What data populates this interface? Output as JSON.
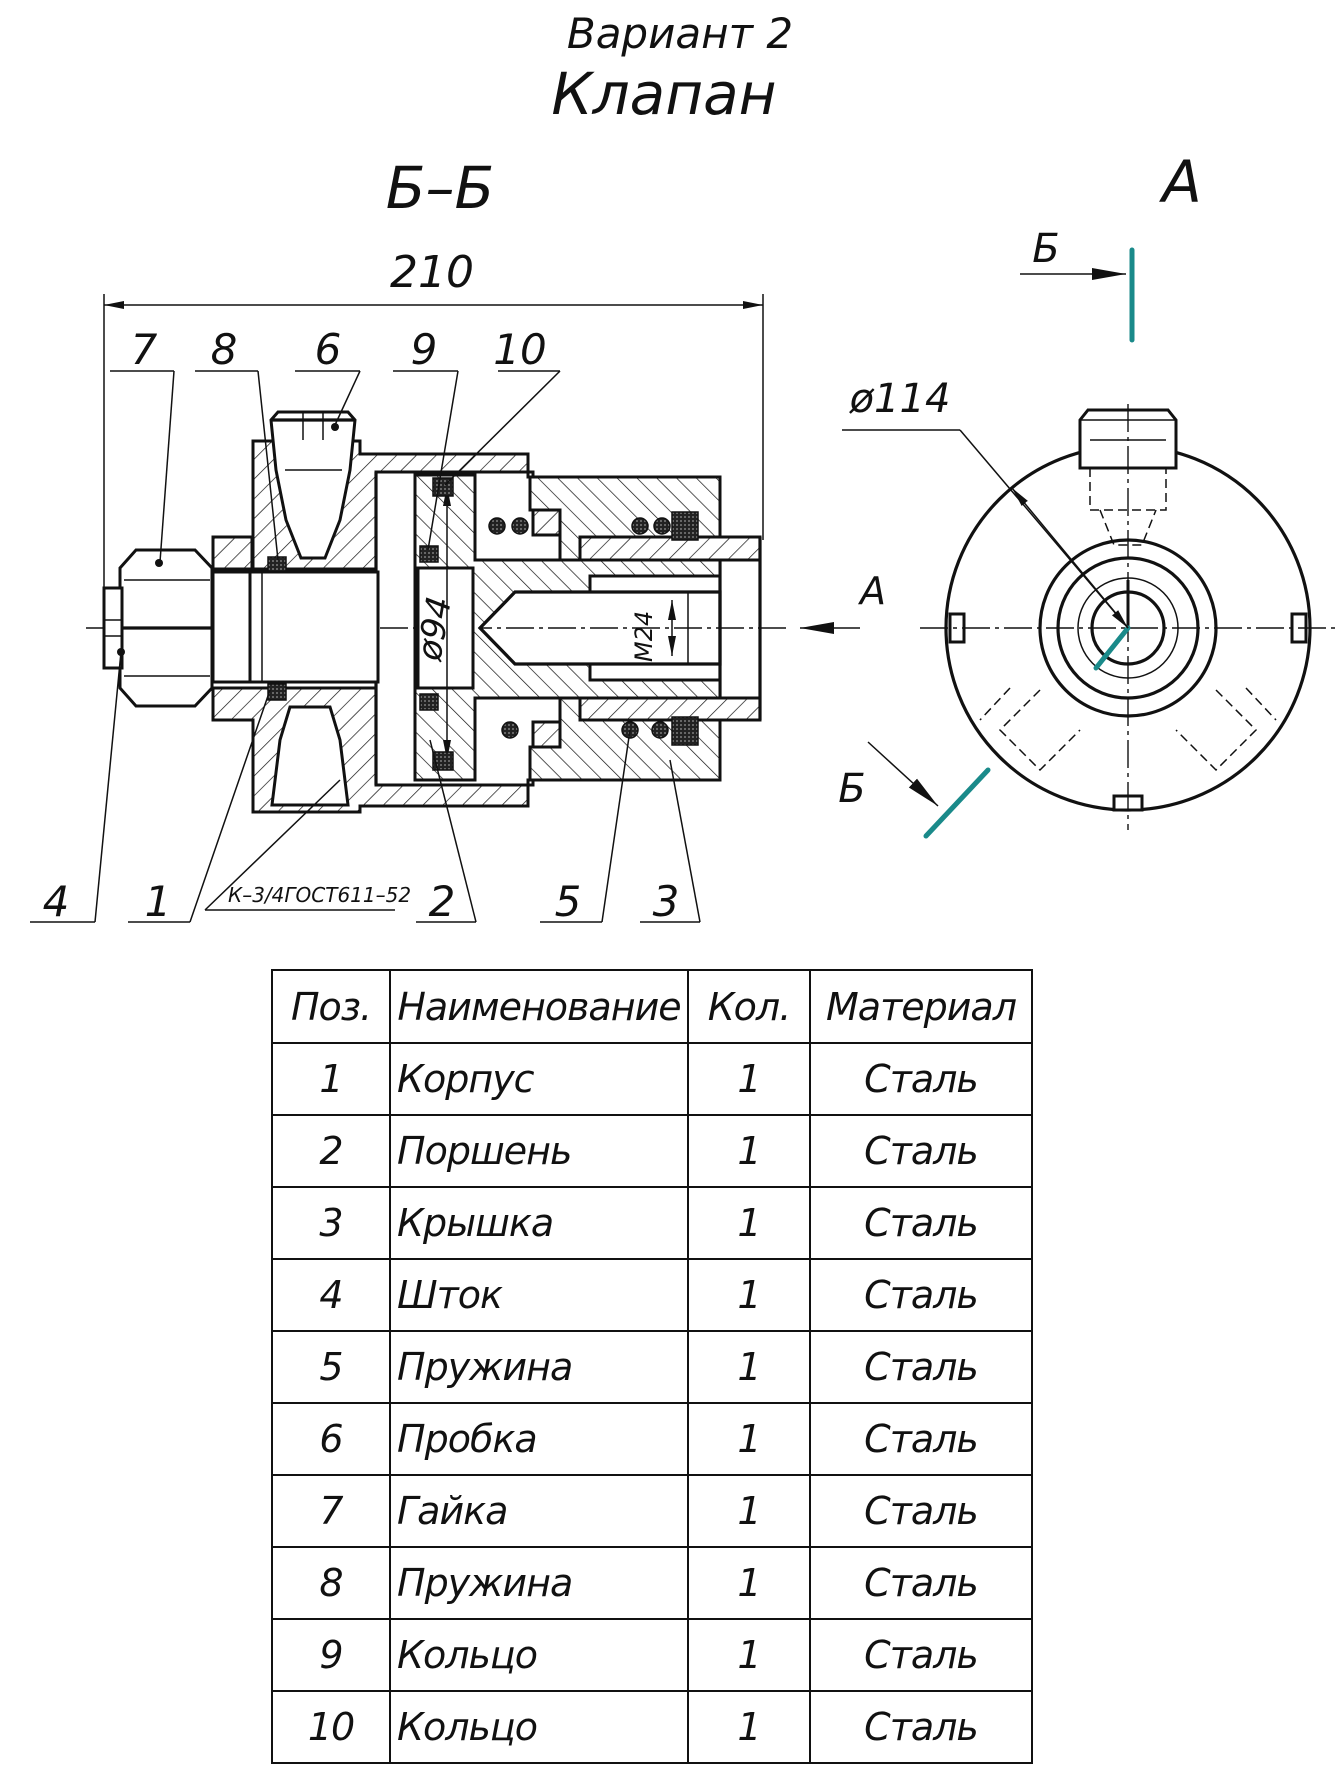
{
  "title": {
    "variant": "Вариант 2",
    "name": "Клапан"
  },
  "section_view": {
    "label": "Б–Б",
    "dimension_length": "210",
    "diameter_label": "ø94",
    "thread_label": "M24",
    "weld_note": "К–3/4ГОСТ611–52",
    "callouts": {
      "top": [
        "7",
        "8",
        "6",
        "9",
        "10"
      ],
      "bottom": [
        "4",
        "1",
        "2",
        "5",
        "3"
      ]
    }
  },
  "side_view": {
    "label": "А",
    "section_mark": "Б",
    "section_mark_lower": "Б",
    "diameter_label": "ø114",
    "view_arrow": "А"
  },
  "colors": {
    "cut_plane_marker": "#1a8a8a",
    "line": "#111111",
    "background": "#ffffff"
  },
  "table": {
    "headers": {
      "pos": "Поз.",
      "name": "Наименование",
      "qty": "Кол.",
      "material": "Материал"
    },
    "rows": [
      {
        "pos": "1",
        "name": "Корпус",
        "qty": "1",
        "material": "Сталь"
      },
      {
        "pos": "2",
        "name": "Поршень",
        "qty": "1",
        "material": "Сталь"
      },
      {
        "pos": "3",
        "name": "Крышка",
        "qty": "1",
        "material": "Сталь"
      },
      {
        "pos": "4",
        "name": "Шток",
        "qty": "1",
        "material": "Сталь"
      },
      {
        "pos": "5",
        "name": "Пружина",
        "qty": "1",
        "material": "Сталь"
      },
      {
        "pos": "6",
        "name": "Пробка",
        "qty": "1",
        "material": "Сталь"
      },
      {
        "pos": "7",
        "name": "Гайка",
        "qty": "1",
        "material": "Сталь"
      },
      {
        "pos": "8",
        "name": "Пружина",
        "qty": "1",
        "material": "Сталь"
      },
      {
        "pos": "9",
        "name": "Кольцо",
        "qty": "1",
        "material": "Сталь"
      },
      {
        "pos": "10",
        "name": "Кольцо",
        "qty": "1",
        "material": "Сталь"
      }
    ]
  }
}
